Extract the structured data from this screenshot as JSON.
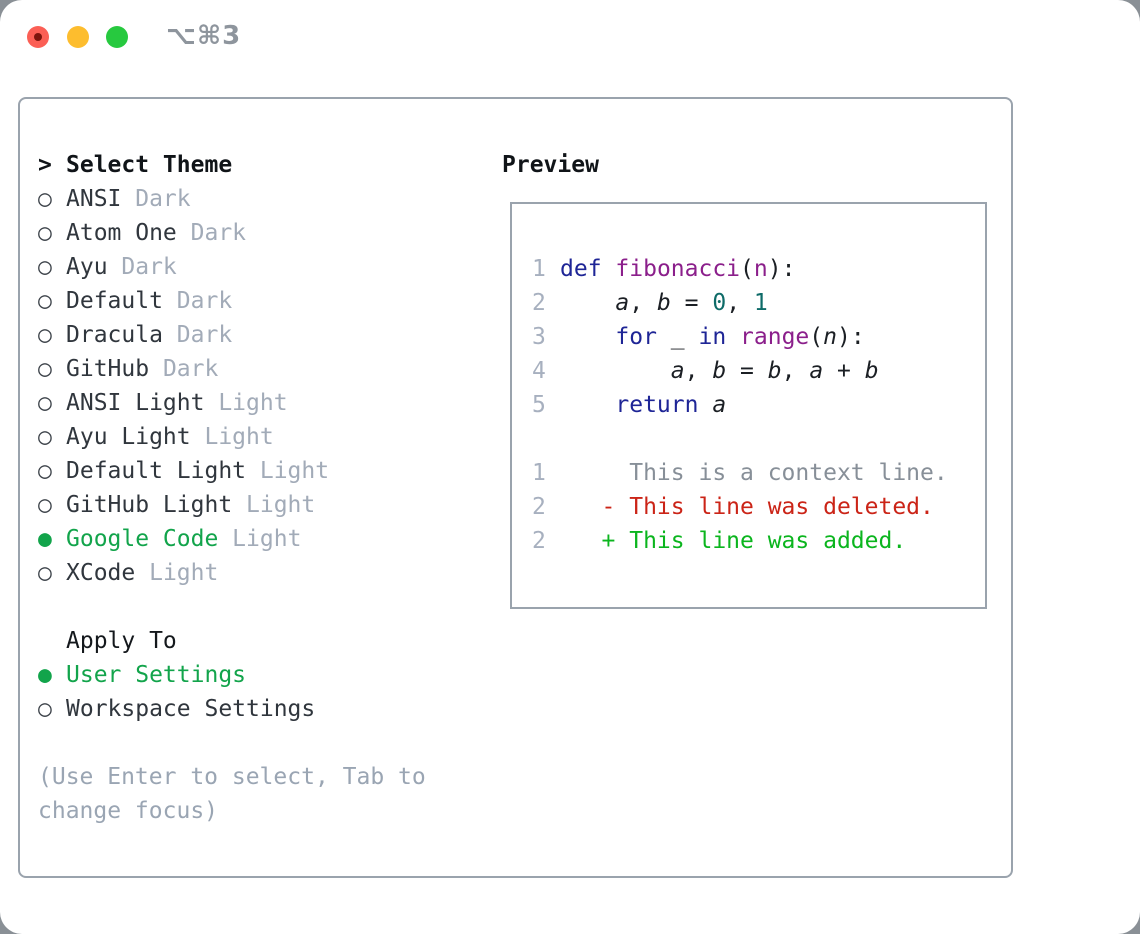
{
  "titlebar": {
    "shortcut": "⌥⌘3",
    "traffic_lights": [
      "close-light",
      "minimize-light",
      "zoom-light"
    ]
  },
  "markers": {
    "heading": ">",
    "unselected": "○",
    "selected": "●"
  },
  "panel": {
    "heading_label": "Select Theme",
    "themes": [
      {
        "name": "ANSI",
        "variant": "Dark",
        "selected": false
      },
      {
        "name": "Atom One",
        "variant": "Dark",
        "selected": false
      },
      {
        "name": "Ayu",
        "variant": "Dark",
        "selected": false
      },
      {
        "name": "Default",
        "variant": "Dark",
        "selected": false
      },
      {
        "name": "Dracula",
        "variant": "Dark",
        "selected": false
      },
      {
        "name": "GitHub",
        "variant": "Dark",
        "selected": false
      },
      {
        "name": "ANSI Light",
        "variant": "Light",
        "selected": false
      },
      {
        "name": "Ayu Light",
        "variant": "Light",
        "selected": false
      },
      {
        "name": "Default Light",
        "variant": "Light",
        "selected": false
      },
      {
        "name": "GitHub Light",
        "variant": "Light",
        "selected": false
      },
      {
        "name": "Google Code",
        "variant": "Light",
        "selected": true
      },
      {
        "name": "XCode",
        "variant": "Light",
        "selected": false
      }
    ],
    "apply_heading": "Apply To",
    "apply_options": [
      {
        "label": "User Settings",
        "selected": true
      },
      {
        "label": "Workspace Settings",
        "selected": false
      }
    ],
    "hint": "(Use Enter to select, Tab to change focus)"
  },
  "preview": {
    "heading": "Preview",
    "code_lines": [
      {
        "num": "1",
        "tokens": [
          [
            "kw",
            "def"
          ],
          [
            "pln",
            " "
          ],
          [
            "fn",
            "fibonacci"
          ],
          [
            "pln",
            "("
          ],
          [
            "fn",
            "n"
          ],
          [
            "pln",
            "):"
          ]
        ]
      },
      {
        "num": "2",
        "tokens": [
          [
            "pln",
            "    "
          ],
          [
            "var",
            "a"
          ],
          [
            "pln",
            ", "
          ],
          [
            "var",
            "b"
          ],
          [
            "pln",
            " = "
          ],
          [
            "lit",
            "0"
          ],
          [
            "pln",
            ", "
          ],
          [
            "lit",
            "1"
          ]
        ]
      },
      {
        "num": "3",
        "tokens": [
          [
            "pln",
            "    "
          ],
          [
            "kw",
            "for"
          ],
          [
            "pln",
            " _ "
          ],
          [
            "kw",
            "in"
          ],
          [
            "pln",
            " "
          ],
          [
            "fn",
            "range"
          ],
          [
            "pln",
            "("
          ],
          [
            "var",
            "n"
          ],
          [
            "pln",
            "):"
          ]
        ]
      },
      {
        "num": "4",
        "tokens": [
          [
            "pln",
            "        "
          ],
          [
            "var",
            "a"
          ],
          [
            "pln",
            ", "
          ],
          [
            "var",
            "b"
          ],
          [
            "pln",
            " = "
          ],
          [
            "var",
            "b"
          ],
          [
            "pln",
            ", "
          ],
          [
            "var",
            "a"
          ],
          [
            "pln",
            " + "
          ],
          [
            "var",
            "b"
          ]
        ]
      },
      {
        "num": "5",
        "tokens": [
          [
            "pln",
            "    "
          ],
          [
            "kw",
            "return"
          ],
          [
            "pln",
            " "
          ],
          [
            "var",
            "a"
          ]
        ]
      },
      {
        "num": "",
        "tokens": []
      },
      {
        "num": "1",
        "tokens": [
          [
            "ctx",
            "     This is a context line."
          ]
        ]
      },
      {
        "num": "2",
        "tokens": [
          [
            "del",
            "   - This line was deleted."
          ]
        ]
      },
      {
        "num": "2",
        "tokens": [
          [
            "add",
            "   + This line was added."
          ]
        ]
      }
    ]
  },
  "colors": {
    "accent_green": "#12a44b",
    "muted_gray": "#a2abb8",
    "hint_gray": "#9aa5b3",
    "border_gray": "#9aa3ad",
    "line_number": "#a7b0bf",
    "keyword_blue": "#1e2596",
    "function_purple": "#8b1f8b",
    "literal_teal": "#0e6b68",
    "diff_context": "#878f98",
    "diff_deleted": "#cb2417",
    "diff_added": "#0bb51e",
    "traffic_red": "#fb5f55",
    "traffic_yellow": "#fdbd2e",
    "traffic_green": "#27c93f"
  }
}
